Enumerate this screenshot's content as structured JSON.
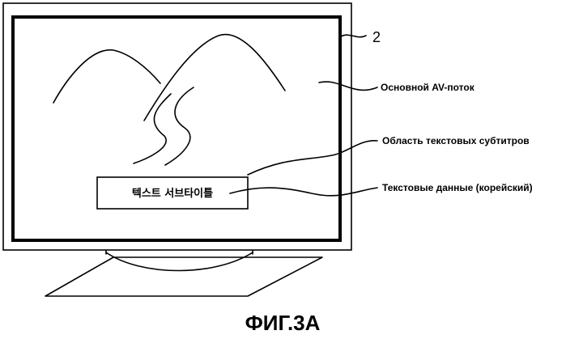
{
  "figure": {
    "reference_numeral": "2",
    "subtitle_text": "텍스트 서브타이틀",
    "caption": "ФИГ.3А"
  },
  "callouts": {
    "main_stream": "Основной AV-поток",
    "text_subtitle_region": "Область текстовых субтитров",
    "text_data": "Текстовые данные (корейский)"
  }
}
